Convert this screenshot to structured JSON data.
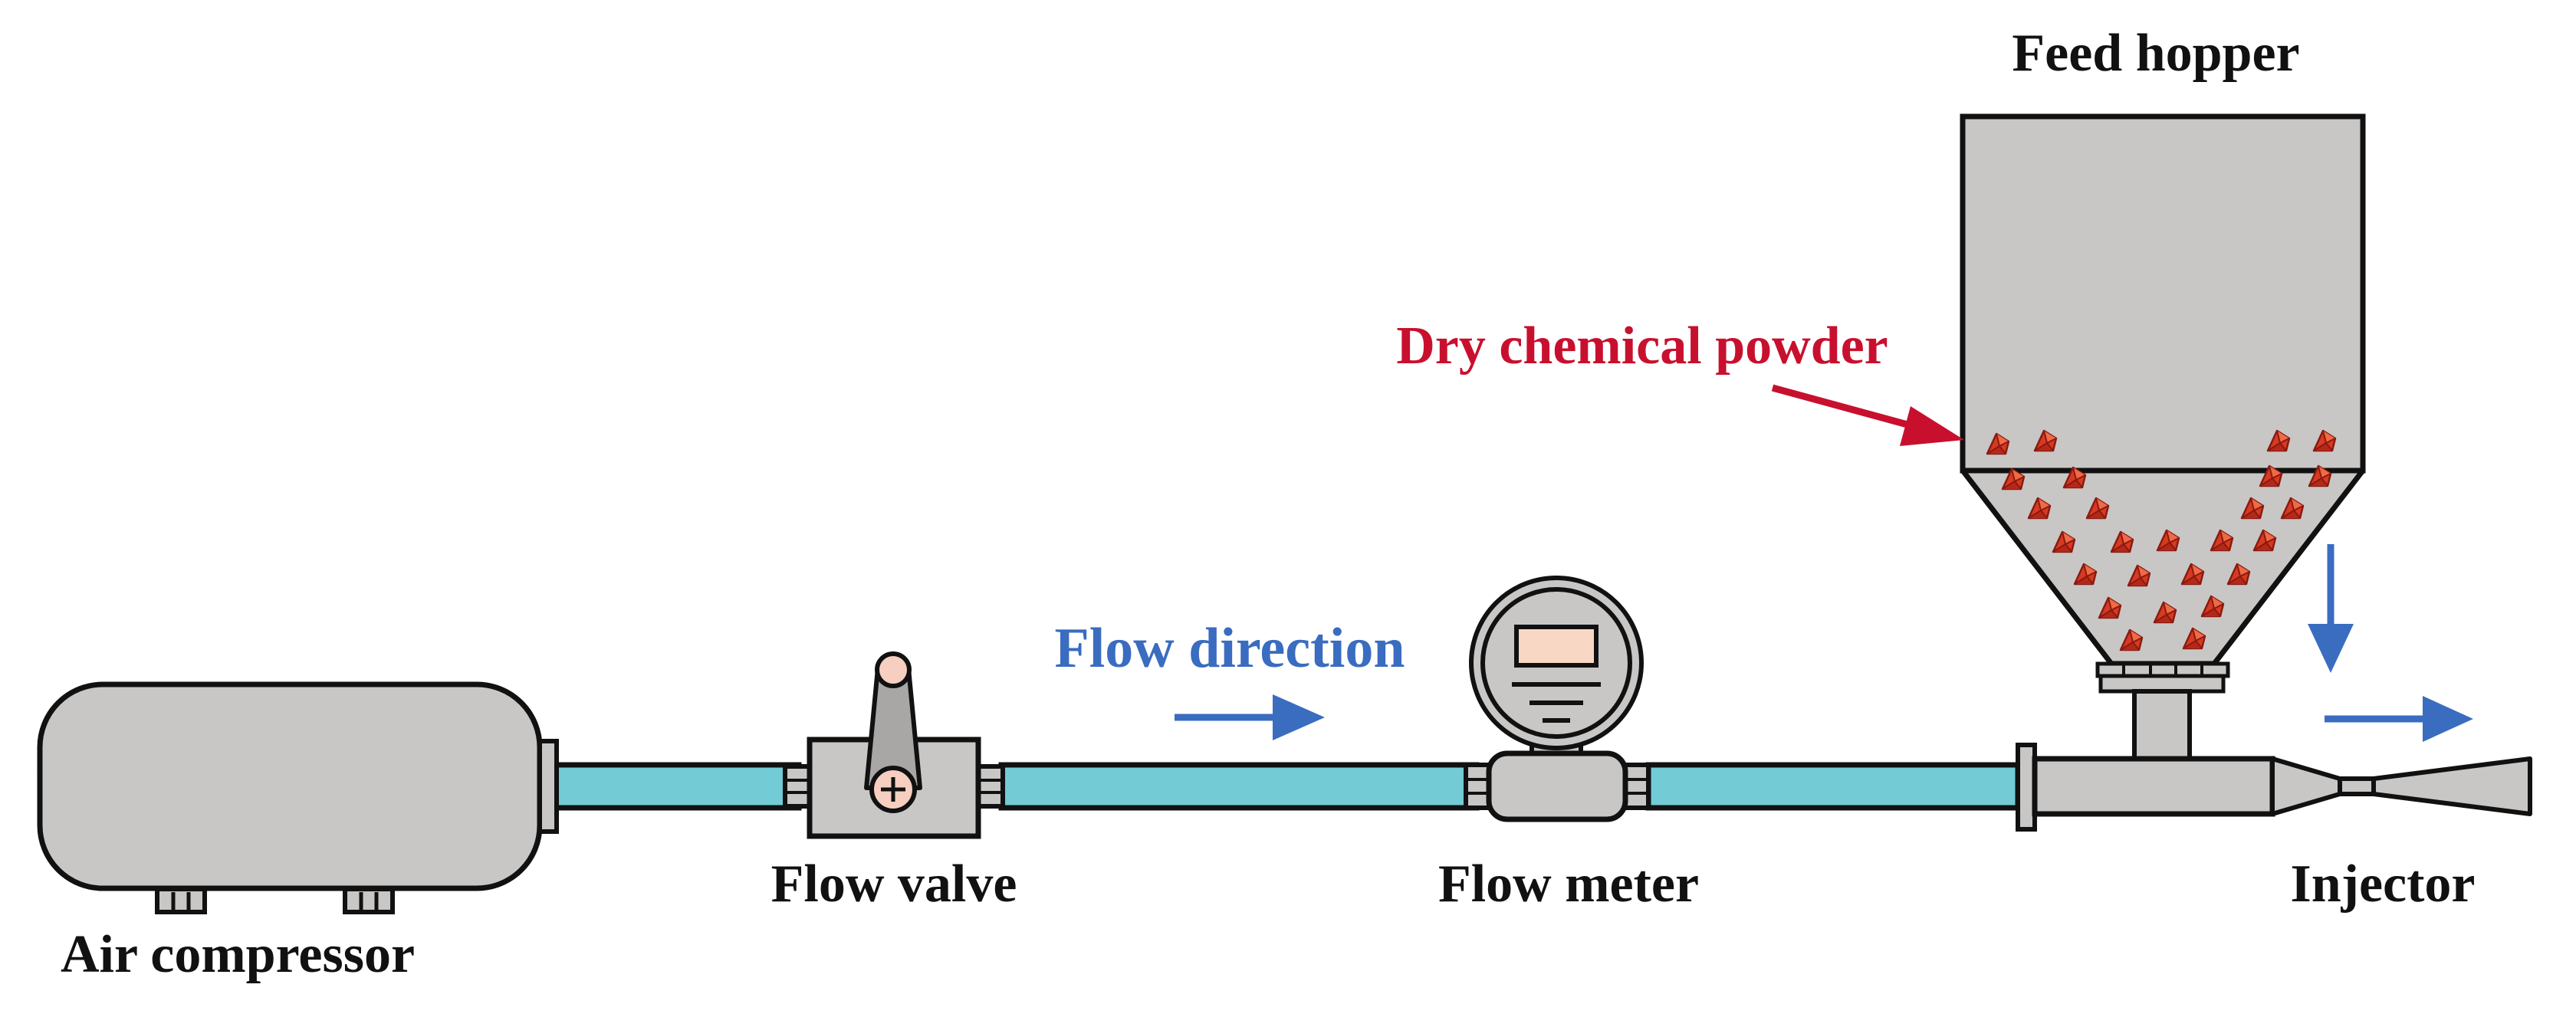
{
  "labels": {
    "air_compressor": "Air compressor",
    "flow_valve": "Flow valve",
    "flow_direction": "Flow direction",
    "flow_meter": "Flow meter",
    "feed_hopper": "Feed hopper",
    "dry_chemical_powder": "Dry chemical powder",
    "injector": "Injector"
  },
  "colors": {
    "pipe": "#73cbd6",
    "equipment": "#c8c7c6",
    "outline": "#111111",
    "flow_arrow": "#3a6cc0",
    "powder_label": "#c8102e",
    "powder_particle": "#d63a22",
    "handle_knob": "#f6cfc0"
  },
  "icons": [
    "valve-handle-icon",
    "flow-meter-display-icon",
    "powder-particle-icon",
    "flow-arrow-icon"
  ]
}
